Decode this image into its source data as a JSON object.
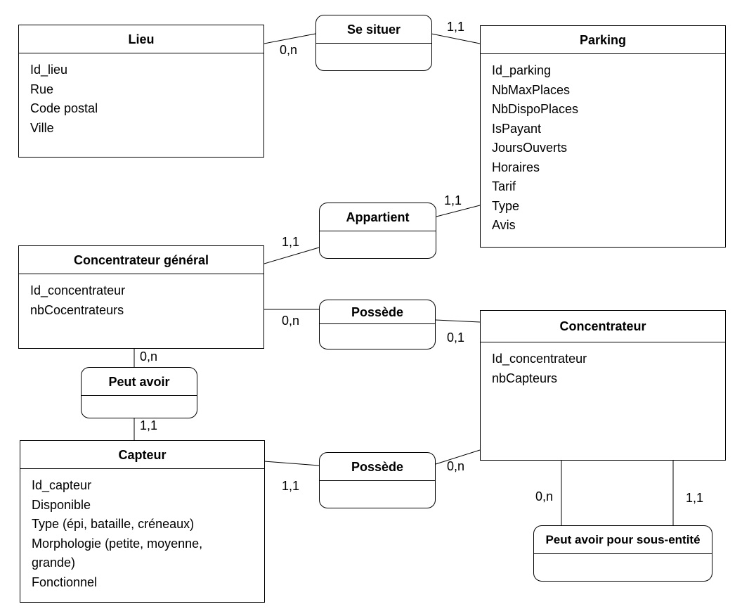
{
  "entities": {
    "lieu": {
      "name": "Lieu",
      "attributes": [
        "Id_lieu",
        "Rue",
        "Code postal",
        "Ville"
      ]
    },
    "parking": {
      "name": "Parking",
      "attributes": [
        "Id_parking",
        "NbMaxPlaces",
        "NbDispoPlaces",
        "IsPayant",
        "JoursOuverts",
        "Horaires",
        "Tarif",
        "Type",
        "Avis"
      ]
    },
    "concentrateur_general": {
      "name": "Concentrateur général",
      "attributes": [
        "Id_concentrateur",
        "nbCocentrateurs"
      ]
    },
    "concentrateur": {
      "name": "Concentrateur",
      "attributes": [
        "Id_concentrateur",
        "nbCapteurs"
      ]
    },
    "capteur": {
      "name": "Capteur",
      "attributes": [
        "Id_capteur",
        "Disponible",
        "Type (épi, bataille, créneaux)",
        "Morphologie (petite, moyenne,",
        "grande)",
        "Fonctionnel"
      ]
    }
  },
  "associations": {
    "se_situer": "Se situer",
    "appartient": "Appartient",
    "possede_1": "Possède",
    "possede_2": "Possède",
    "peut_avoir": "Peut avoir",
    "sous_entite": "Peut avoir pour sous-entité"
  },
  "cardinalities": {
    "lieu_se_situer": "0,n",
    "parking_se_situer": "1,1",
    "parking_appartient": "1,1",
    "cg_appartient": "1,1",
    "cg_possede": "0,n",
    "concentrateur_possede": "0,1",
    "cg_peut_avoir": "0,n",
    "capteur_peut_avoir": "1,1",
    "capteur_possede": "1,1",
    "concentrateur_possede_capteur": "0,n",
    "concentrateur_sous_entite_left": "0,n",
    "concentrateur_sous_entite_right": "1,1"
  }
}
